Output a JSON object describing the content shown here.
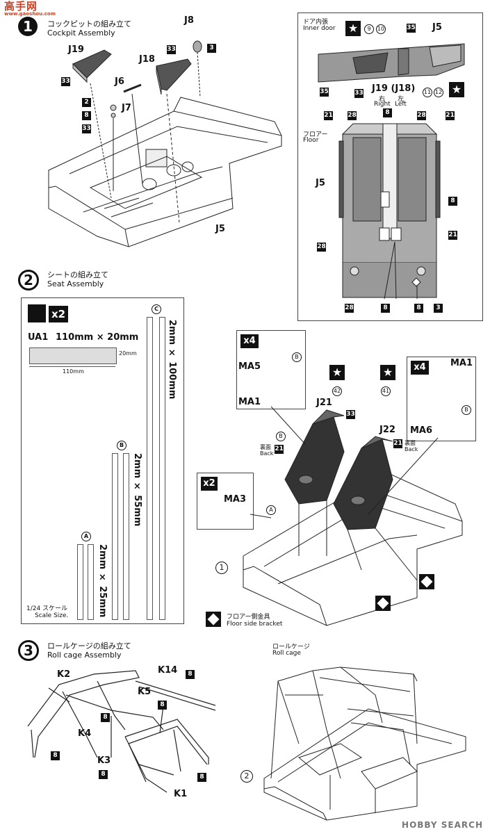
{
  "logo": {
    "chars": "高手网",
    "sub": "www.gaoshou.com"
  },
  "step1": {
    "num": "1",
    "jp": "コックピットの組み立て",
    "en": "Cockpit Assembly",
    "parts": {
      "j8": "J8",
      "j19": "J19",
      "j18": "J18",
      "j6": "J6",
      "j7": "J7",
      "j5": "J5",
      "n33a": "33",
      "n33b": "33",
      "n33c": "33",
      "n3": "3",
      "n2": "2",
      "n8": "8"
    }
  },
  "door": {
    "jp": "ドア内張",
    "en": "Inner door",
    "c9": "9",
    "c10": "10",
    "n35a": "35",
    "j5": "J5",
    "n35b": "35",
    "n33": "33",
    "j19j18": "J19 (J18)",
    "right_jp": "右",
    "right_en": "Right",
    "left_jp": "左",
    "left_en": "Left",
    "c11": "11",
    "c12": "12",
    "floor_jp": "フロアー",
    "floor_en": "Floor",
    "n21a": "21",
    "n28a": "28",
    "n8a": "8",
    "n28b": "28",
    "n21b": "21",
    "j5b": "J5",
    "n8b": "8",
    "n21c": "21",
    "n28c": "28",
    "n28d": "28",
    "n8c": "8",
    "n8d": "8",
    "n3": "3"
  },
  "step2": {
    "num": "2",
    "jp": "シートの組み立て",
    "en": "Seat Assembly"
  },
  "decal": {
    "x2": "x2",
    "ua1": "UA1",
    "ua1_size": "110mm × 20mm",
    "w": "110mm",
    "h": "20mm",
    "c_label": "C",
    "c_size": "2mm × 100mm",
    "b_label": "B",
    "b_size": "2mm × 55mm",
    "a_label": "A",
    "a_size": "2mm × 25mm",
    "scale_jp": "1/24 スケール",
    "scale_en": "Scale Size."
  },
  "belts": {
    "x4a": "x4",
    "ma5": "MA5",
    "ma1a": "MA1",
    "b1": "B",
    "x4b": "x4",
    "ma1b": "MA1",
    "ma6": "MA6",
    "b2": "B",
    "x2": "x2",
    "ma3": "MA3",
    "c42": "42",
    "c41": "41",
    "j21": "J21",
    "j22": "J22",
    "n33": "33",
    "n21a": "21",
    "back_jp_a": "裏面",
    "back_en_a": "Back",
    "n21b": "21",
    "back_jp_b": "裏面",
    "back_en_b": "Back",
    "b3": "B",
    "a": "A",
    "c1": "1",
    "floor_bracket_jp": "フロアー側金具",
    "floor_bracket_en": "Floor side bracket"
  },
  "step3": {
    "num": "3",
    "jp": "ロールケージの組み立て",
    "en": "Roll cage Assembly",
    "parts": {
      "k2": "K2",
      "k14": "K14",
      "k5": "K5",
      "k4": "K4",
      "k3": "K3",
      "k1": "K1",
      "n8a": "8",
      "n8b": "8",
      "n8c": "8",
      "n8d": "8",
      "n8e": "8",
      "n8f": "8"
    },
    "cage_jp": "ロールケージ",
    "cage_en": "Roll cage",
    "c2": "2"
  },
  "watermark": "HOBBY SEARCH"
}
